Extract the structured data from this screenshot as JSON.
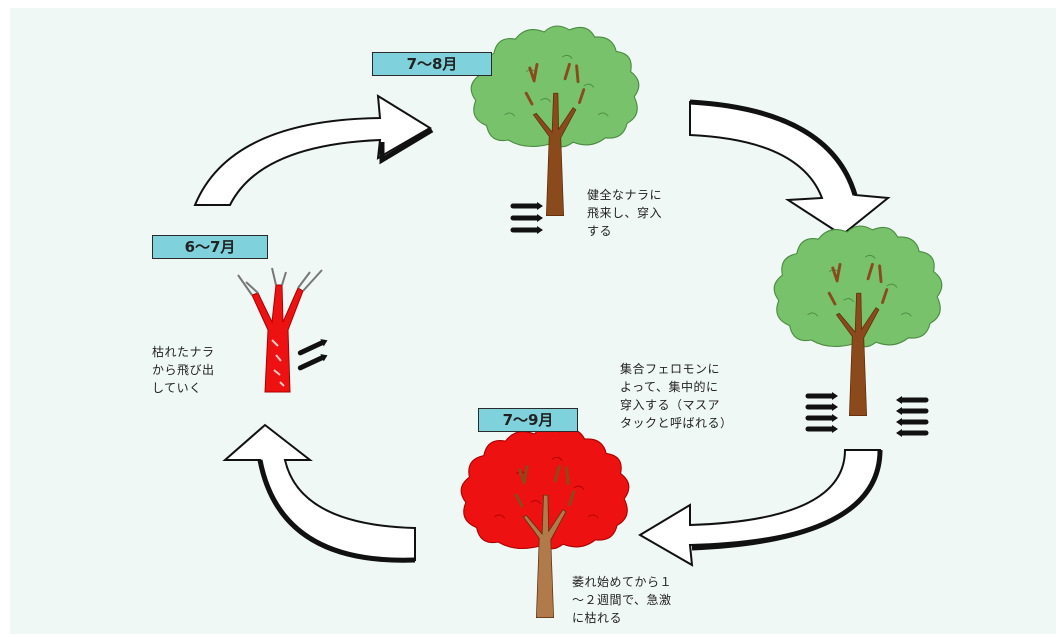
{
  "stages": {
    "stage1": {
      "month": "7〜8月",
      "caption": "健全なナラに\n飛来し、穿入\nする"
    },
    "stage2": {
      "caption": "集合フェロモンに\nよって、集中的に\n穿入する（マスア\nタックと呼ばれる）"
    },
    "stage3": {
      "month": "7〜9月",
      "caption": "萎れ始めてから１\n〜２週間で、急激\nに枯れる"
    },
    "stage4": {
      "month": "6〜7月",
      "caption": "枯れたナラ\nから飛び出\nしていく"
    }
  },
  "colors": {
    "healthy_foliage": "#77c26a",
    "dead_foliage": "#ee1111",
    "trunk": "#8b4a1c",
    "label_bg": "#7fd1dc",
    "panel_bg": "#f0f8f6"
  }
}
